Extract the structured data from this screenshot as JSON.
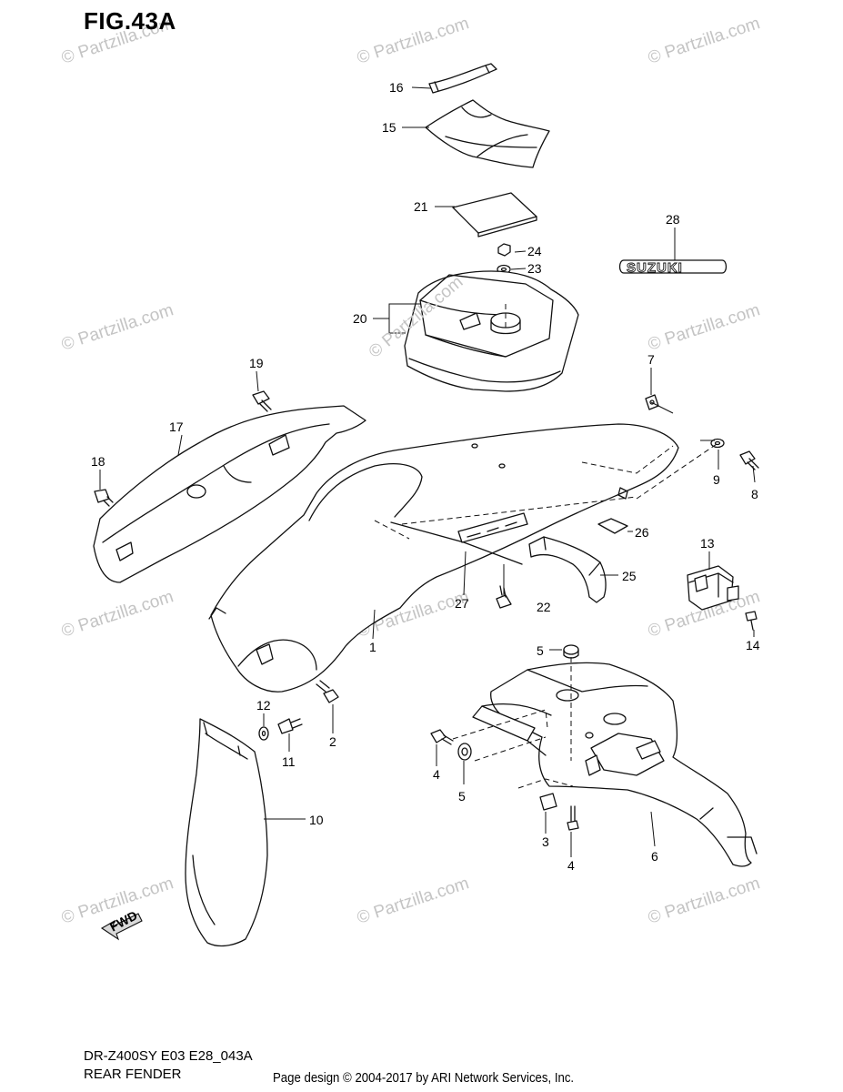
{
  "figure": {
    "title": "FIG.43A"
  },
  "footer": {
    "model": "DR-Z400SY E03 E28_043A",
    "section": "REAR FENDER",
    "credit": "Page design © 2004-2017 by ARI Network Services, Inc."
  },
  "watermark": {
    "text": "© Partzilla.com",
    "overlay_text": "© Partzilla.com"
  },
  "badges": {
    "suzuki": "SUZUKI",
    "fwd": "FWD"
  },
  "callouts": [
    "1",
    "2",
    "3",
    "4",
    "4",
    "5",
    "5",
    "6",
    "7",
    "8",
    "9",
    "10",
    "11",
    "12",
    "13",
    "14",
    "15",
    "16",
    "17",
    "18",
    "19",
    "20",
    "21",
    "22",
    "23",
    "24",
    "25",
    "26",
    "27",
    "28"
  ],
  "colors": {
    "line": "#111111",
    "watermark": "#c4c4c4",
    "background": "#ffffff"
  }
}
